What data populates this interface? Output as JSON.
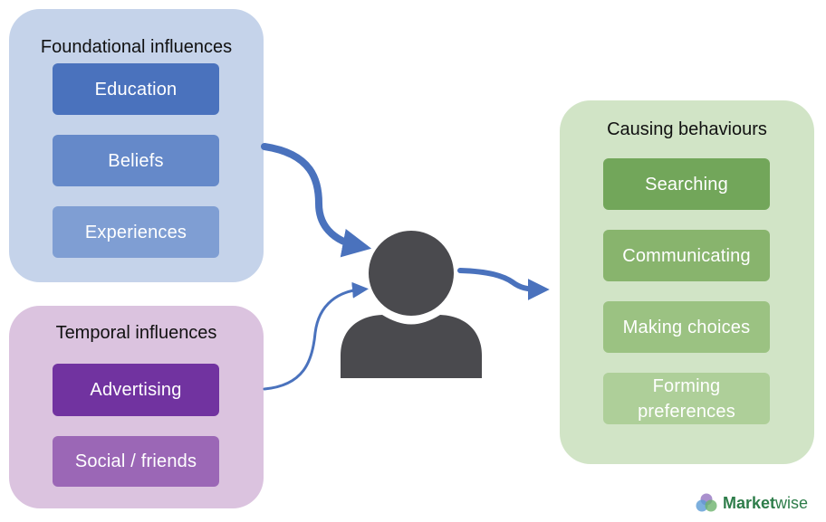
{
  "foundational": {
    "title": "Foundational influences",
    "items": [
      "Education",
      "Beliefs",
      "Experiences"
    ]
  },
  "temporal": {
    "title": "Temporal influences",
    "items": [
      "Advertising",
      "Social / friends"
    ]
  },
  "behaviours": {
    "title": "Causing behaviours",
    "items": [
      "Searching",
      "Communicating",
      "Making choices",
      "Forming\npreferences"
    ]
  },
  "brand": {
    "name_bold": "Market",
    "name_light": "wise"
  },
  "colors": {
    "foundational_panel": "#c5d3ea",
    "foundational_items": [
      "#4a72bd",
      "#6589c9",
      "#7f9ed3"
    ],
    "temporal_panel": "#dbc3df",
    "temporal_items": [
      "#7133a0",
      "#9b67b6"
    ],
    "behaviours_panel": "#d1e4c6",
    "behaviours_items": [
      "#72a65a",
      "#88b46d",
      "#9bc282",
      "#aecf99"
    ],
    "arrow": "#4a72bd",
    "person": "#4a4a4e"
  },
  "icons": [
    "person-icon",
    "marketwise-logo-icon"
  ]
}
